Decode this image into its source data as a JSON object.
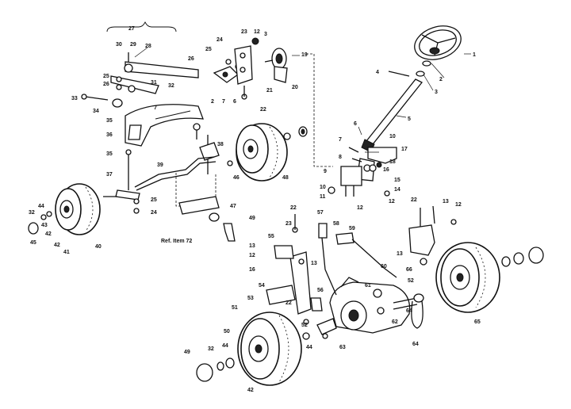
{
  "callouts": {
    "c1": "1",
    "c2": "2",
    "c3": "3",
    "c4": "4",
    "c5": "5",
    "c6": "6",
    "c7": "7",
    "c8": "8",
    "c9": "9",
    "c10": "10",
    "c11": "11",
    "c12": "12",
    "c13": "13",
    "c14": "14",
    "c15": "15",
    "c16": "16",
    "c17": "17",
    "c18": "18",
    "c19": "19",
    "c20": "20",
    "c21": "21",
    "c22": "22",
    "c23": "23",
    "c24": "24",
    "c25": "25",
    "c26": "26",
    "c27": "27",
    "c28": "28",
    "c29": "29",
    "c30": "30",
    "c31": "31",
    "c32": "32",
    "c33": "33",
    "c34": "34",
    "c35": "35",
    "c36": "36",
    "c37": "37",
    "c38": "38",
    "c39": "39",
    "c40": "40",
    "c41": "41",
    "c42": "42",
    "c43": "43",
    "c44": "44",
    "c45": "45",
    "c46": "46",
    "c47": "47",
    "c48": "48",
    "c49": "49",
    "c50": "50",
    "c51": "51",
    "c52": "52",
    "c53": "53",
    "c54": "54",
    "c55": "55",
    "c56": "56",
    "c57": "57",
    "c58": "58",
    "c59": "59",
    "c60": "60",
    "c61": "61",
    "c62": "62",
    "c63": "63",
    "c64": "64",
    "c65": "65",
    "c66": "66"
  },
  "ref_note": "Ref. Item 72"
}
